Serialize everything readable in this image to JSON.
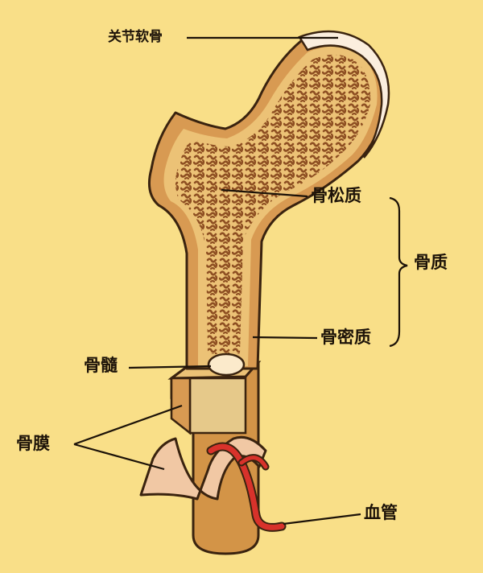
{
  "labels": {
    "articular_cartilage": "关节软骨",
    "spongy_bone": "骨松质",
    "bone_substance": "骨质",
    "compact_bone": "骨密质",
    "bone_marrow": "骨髓",
    "periosteum": "骨膜",
    "blood_vessel": "血管"
  },
  "colors": {
    "background": "#f9df88",
    "cortex": "#d89a52",
    "compact_inner": "#ecc276",
    "spongy": "#8e4f22",
    "marrow_cavity": "#e6c98a",
    "periosteum": "#f1c8a4",
    "vessel": "#d8322b",
    "outline": "#3a230f"
  }
}
